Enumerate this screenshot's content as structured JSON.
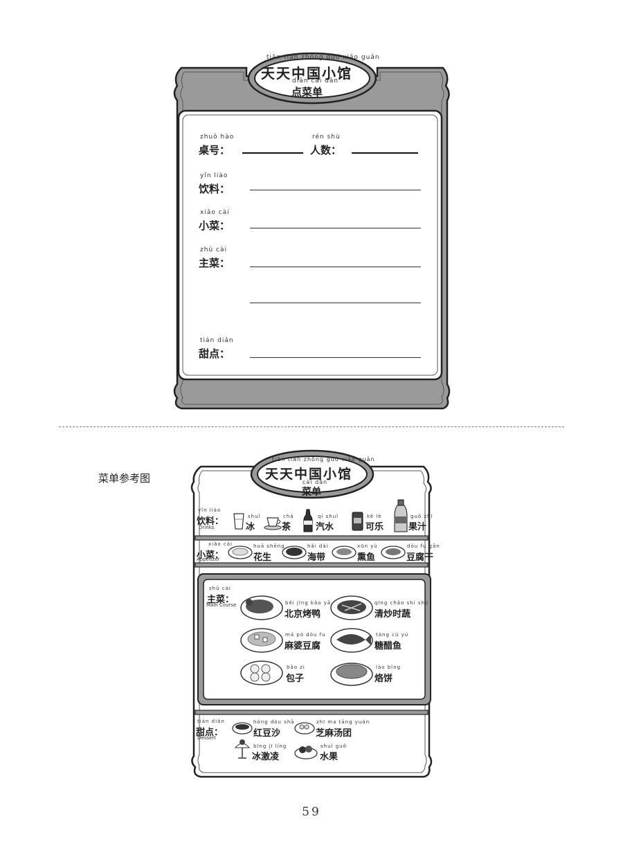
{
  "order_form": {
    "restaurant": {
      "name": "天天中国小馆",
      "pinyin": "tiān tiān zhōng guó xiǎo guǎn"
    },
    "title": {
      "text": "点菜单",
      "pinyin": "diǎn cài dān"
    },
    "table_number": {
      "label": "桌号：",
      "pinyin": "zhuō hào"
    },
    "people": {
      "label": "人数：",
      "pinyin": "rén shù"
    },
    "drinks": {
      "label": "饮料：",
      "pinyin": "yǐn liào"
    },
    "appetizer": {
      "label": "小菜：",
      "pinyin": "xiǎo cài"
    },
    "main": {
      "label": "主菜：",
      "pinyin": "zhǔ cài"
    },
    "dessert": {
      "label": "甜点：",
      "pinyin": "tián diǎn"
    }
  },
  "caption": "菜单参考图",
  "menu": {
    "restaurant": {
      "name": "天天中国小馆",
      "pinyin": "tiān tiān zhōng guó xiǎo guǎn"
    },
    "title": {
      "text": "菜单",
      "pinyin": "cài dān"
    },
    "drinks": {
      "label": "饮料：",
      "pinyin": "yǐn liào",
      "english": "Drinks",
      "items": [
        {
          "name": "冰",
          "pinyin": "shuǐ",
          "icon": "glass-icon"
        },
        {
          "name": "茶",
          "pinyin": "chá",
          "icon": "teacup-icon"
        },
        {
          "name": "汽水",
          "pinyin": "qì shuǐ",
          "icon": "soda-bottle-icon"
        },
        {
          "name": "可乐",
          "pinyin": "kě lè",
          "icon": "cola-can-icon"
        },
        {
          "name": "果汁",
          "pinyin": "guǒ zhī",
          "icon": "juice-bottle-icon"
        }
      ]
    },
    "appetizer": {
      "label": "小菜：",
      "pinyin": "xiǎo cài",
      "english": "Appetizer",
      "items": [
        {
          "name": "花生",
          "pinyin": "huā shēng",
          "icon": "peanut-dish-icon"
        },
        {
          "name": "海带",
          "pinyin": "hǎi dài",
          "icon": "seaweed-dish-icon"
        },
        {
          "name": "熏鱼",
          "pinyin": "xūn yú",
          "icon": "smoked-fish-dish-icon"
        },
        {
          "name": "豆腐干",
          "pinyin": "dòu fu gān",
          "icon": "tofu-dish-icon"
        }
      ]
    },
    "main": {
      "label": "主菜：",
      "pinyin": "zhǔ cài",
      "english": "Main Course",
      "items": [
        {
          "name": "北京烤鸭",
          "pinyin": "běi jīng kǎo yā",
          "icon": "roast-duck-icon"
        },
        {
          "name": "清炒时蔬",
          "pinyin": "qīng chǎo shí shū",
          "icon": "vegetables-dish-icon"
        },
        {
          "name": "麻婆豆腐",
          "pinyin": "má pó dòu fu",
          "icon": "mapo-tofu-icon"
        },
        {
          "name": "糖醋鱼",
          "pinyin": "táng cù yú",
          "icon": "sweet-sour-fish-icon"
        },
        {
          "name": "包子",
          "pinyin": "bāo zi",
          "icon": "buns-icon"
        },
        {
          "name": "烙饼",
          "pinyin": "lào bǐng",
          "icon": "pancake-icon"
        }
      ]
    },
    "dessert": {
      "label": "甜点：",
      "pinyin": "tián diǎn",
      "english": "Dessert",
      "items": [
        {
          "name": "红豆沙",
          "pinyin": "hóng dòu shā",
          "icon": "red-bean-bowl-icon"
        },
        {
          "name": "芝麻汤团",
          "pinyin": "zhī ma tāng yuán",
          "icon": "sesame-dumpling-bowl-icon"
        },
        {
          "name": "冰激凌",
          "pinyin": "bīng jī líng",
          "icon": "ice-cream-icon"
        },
        {
          "name": "水果",
          "pinyin": "shuǐ guǒ",
          "icon": "fruit-plate-icon"
        }
      ]
    }
  },
  "page_number": "59"
}
